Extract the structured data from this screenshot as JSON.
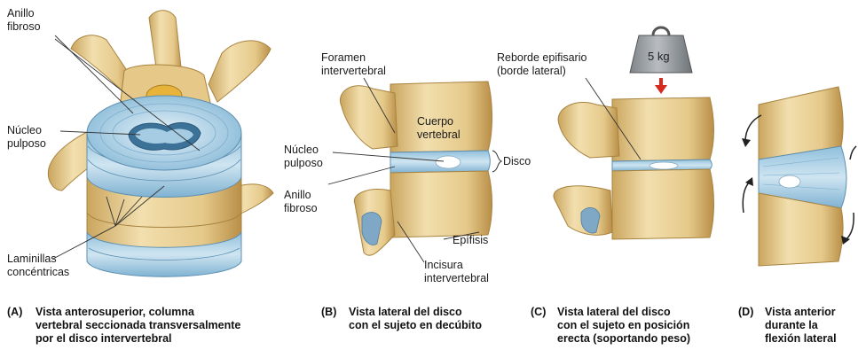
{
  "colors": {
    "bone": "#e8cf93",
    "bone_light": "#f3e2b4",
    "bone_shadow": "#c9a660",
    "disc": "#a9cfe3",
    "disc_dark": "#6fa2c4",
    "nucleus": "#dfeef6",
    "arrow_red": "#d52b1e",
    "weight_gray": "#9a9ea3"
  },
  "panel_a": {
    "labels": {
      "anulus": "Anillo\nfibroso",
      "nucleus": "Núcleo\npulposo",
      "lamellae": "Laminillas\nconcéntricas"
    },
    "caption_letter": "(A)",
    "caption": "Vista anterosuperior, columna\nvertebral seccionada transversalmente\npor el disco intervertebral"
  },
  "panel_b": {
    "labels": {
      "foramen": "Foramen\nintervertebral",
      "body": "Cuerpo\nvertebral",
      "nucleus": "Núcleo\npulposo",
      "disc": "Disco",
      "anulus": "Anillo\nfibroso",
      "epiphysis": "Epífisis",
      "notch": "Incisura\nintervertebral"
    },
    "caption_letter": "(B)",
    "caption": "Vista lateral del disco\ncon el sujeto en decúbito"
  },
  "panel_c": {
    "labels": {
      "rim": "Reborde epifisario\n(borde lateral)"
    },
    "weight": "5 kg",
    "caption_letter": "(C)",
    "caption": "Vista lateral del disco\ncon el sujeto en posición\nerecta (soportando peso)"
  },
  "panel_d": {
    "caption_letter": "(D)",
    "caption": "Vista anterior\ndurante la\nflexión lateral"
  }
}
